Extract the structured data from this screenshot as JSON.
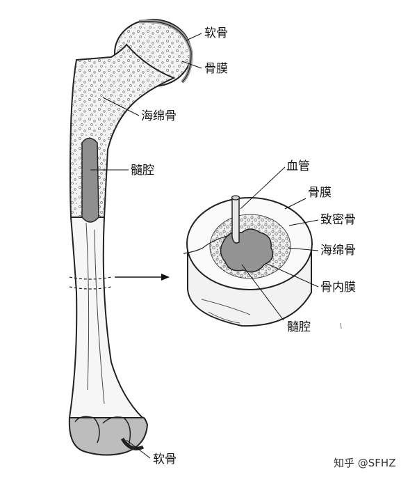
{
  "labels": {
    "cartilage_top": "软骨",
    "periosteum_top": "骨膜",
    "spongy_bone": "海绵骨",
    "marrow_cavity": "髓腔",
    "blood_vessel": "血管",
    "periosteum_cross": "骨膜",
    "compact_bone": "致密骨",
    "spongy_bone_cross": "海绵骨",
    "endosteum": "骨内膜",
    "marrow_cavity_cross": "髓腔",
    "cartilage_bottom": "软骨"
  },
  "watermark": "知乎 @SFHZ"
}
